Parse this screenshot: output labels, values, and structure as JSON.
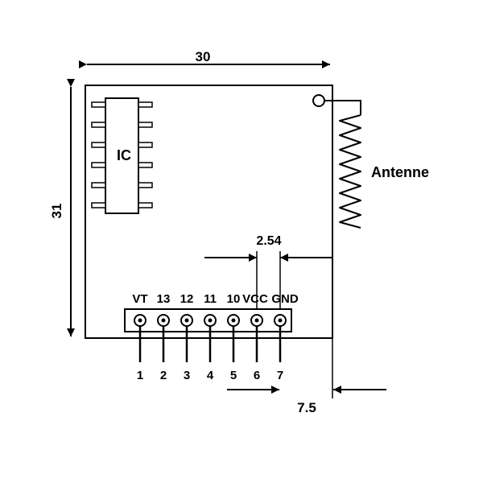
{
  "dimensions": {
    "width_label": "30",
    "height_label": "31",
    "pin_pitch_label": "2.54",
    "edge_offset_label": "7.5"
  },
  "ic_label": "IC",
  "antenna_label": "Antenne",
  "pin_names": [
    "VT",
    "13",
    "12",
    "11",
    "10",
    "VCC",
    "GND"
  ],
  "pin_numbers": [
    "1",
    "2",
    "3",
    "4",
    "5",
    "6",
    "7"
  ],
  "colors": {
    "ink": "#000000",
    "background": "#ffffff"
  }
}
